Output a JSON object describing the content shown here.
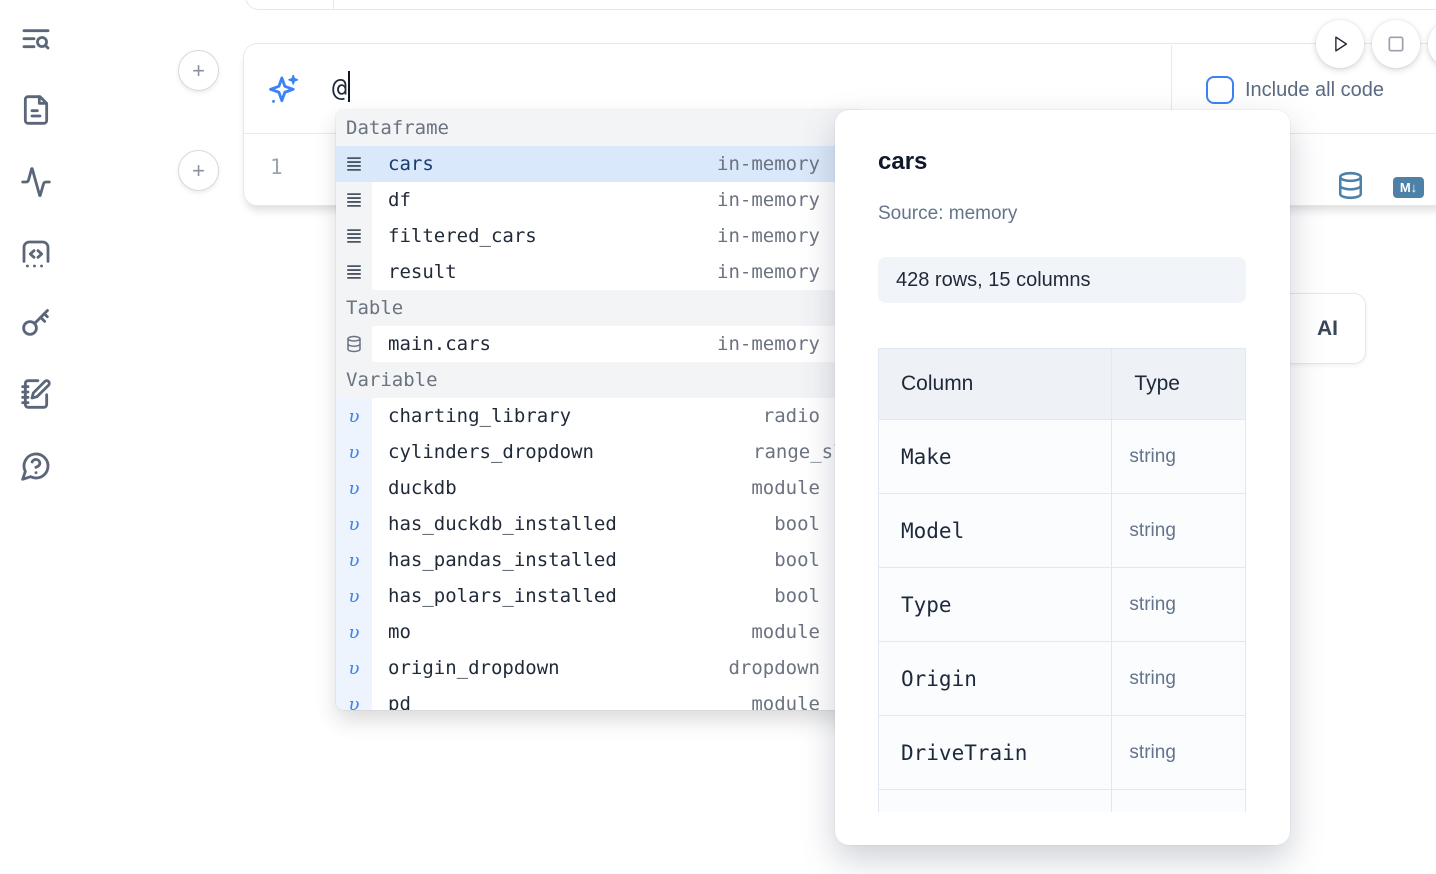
{
  "colors": {
    "accent_blue": "#3b82f6",
    "steel_blue": "#4d81a8",
    "selected_row_bg": "#d9e8fa",
    "section_header_bg": "#f3f4f6",
    "panel_badge_bg": "#f1f5f9"
  },
  "sidebar": {
    "icons": [
      "text-search-icon",
      "file-text-icon",
      "activity-icon",
      "code-square-icon",
      "key-icon",
      "notebook-pen-icon",
      "help-circle-icon"
    ]
  },
  "run_controls": {
    "play": "run-cell",
    "stop": "stop-cell"
  },
  "ai_input": {
    "icon": "sparkles-icon",
    "value": "@",
    "include_all_code_label": "Include all code",
    "include_all_code_checked": false
  },
  "cell": {
    "line_number": "1",
    "markdown_icon_label": "M↓"
  },
  "autocomplete": {
    "sections": [
      {
        "label": "Dataframe",
        "items": [
          {
            "icon": "dataframe-icon",
            "name": "cars",
            "type": "in-memory",
            "selected": true
          },
          {
            "icon": "dataframe-icon",
            "name": "df",
            "type": "in-memory"
          },
          {
            "icon": "dataframe-icon",
            "name": "filtered_cars",
            "type": "in-memory"
          },
          {
            "icon": "dataframe-icon",
            "name": "result",
            "type": "in-memory"
          }
        ]
      },
      {
        "label": "Table",
        "items": [
          {
            "icon": "table-database-icon",
            "name": "main.cars",
            "type": "in-memory"
          }
        ]
      },
      {
        "label": "Variable",
        "items": [
          {
            "icon": "variable-icon",
            "name": "charting_library",
            "type": "radio"
          },
          {
            "icon": "variable-icon",
            "name": "cylinders_dropdown",
            "type": "range_sli"
          },
          {
            "icon": "variable-icon",
            "name": "duckdb",
            "type": "module"
          },
          {
            "icon": "variable-icon",
            "name": "has_duckdb_installed",
            "type": "bool"
          },
          {
            "icon": "variable-icon",
            "name": "has_pandas_installed",
            "type": "bool"
          },
          {
            "icon": "variable-icon",
            "name": "has_polars_installed",
            "type": "bool"
          },
          {
            "icon": "variable-icon",
            "name": "mo",
            "type": "module"
          },
          {
            "icon": "variable-icon",
            "name": "origin_dropdown",
            "type": "dropdown"
          },
          {
            "icon": "variable-icon",
            "name": "pd",
            "type": "module"
          }
        ]
      }
    ]
  },
  "preview": {
    "title": "cars",
    "source": "Source: memory",
    "shape": "428 rows, 15 columns",
    "table": {
      "headers": [
        "Column",
        "Type"
      ],
      "rows": [
        [
          "Make",
          "string"
        ],
        [
          "Model",
          "string"
        ],
        [
          "Type",
          "string"
        ],
        [
          "Origin",
          "string"
        ],
        [
          "DriveTrain",
          "string"
        ]
      ]
    }
  },
  "ai_button": {
    "label": "AI"
  }
}
